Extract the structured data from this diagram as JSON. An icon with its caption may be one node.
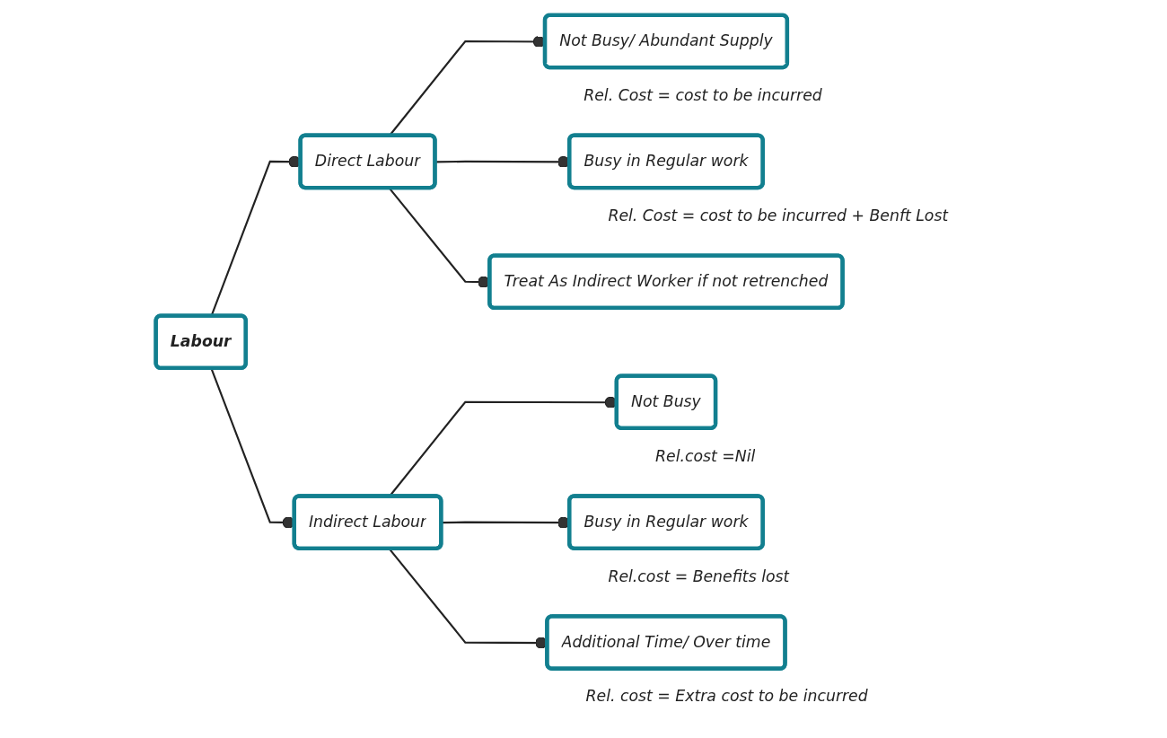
{
  "diagram": {
    "nodes": [
      {
        "text": [
          "Labour"
        ]
      },
      {
        "text": [
          "Direct Labour"
        ]
      },
      {
        "text": [
          "Not Busy/ Abundant Supply"
        ],
        "beside": [
          "Rel. Cost = cost to be incurred"
        ]
      },
      {
        "text": [
          "Busy in Regular work"
        ],
        "beside": [
          "Rel. Cost = cost to be incurred + Benft Lost"
        ]
      },
      {
        "text": [
          "Treat As Indirect Worker if not retrenched"
        ]
      },
      {
        "text": [
          "Indirect Labour"
        ]
      },
      {
        "text": [
          "Not Busy"
        ],
        "beside": [
          "Rel.cost =Nil"
        ]
      },
      {
        "text": [
          "Busy in Regular work"
        ],
        "beside": [
          "Rel.cost = Benefits lost"
        ]
      },
      {
        "text": [
          "Additional Time/ Over time"
        ],
        "beside": [
          "Rel. cost = Extra cost to be incurred"
        ]
      }
    ],
    "edges": [
      {
        "from": 0,
        "to": 1,
        "arrow": "other"
      },
      {
        "from": 0,
        "to": 5,
        "arrow": "other"
      },
      {
        "from": 1,
        "to": 2,
        "arrow": "other"
      },
      {
        "from": 1,
        "to": 3,
        "arrow": "other"
      },
      {
        "from": 1,
        "to": 4,
        "arrow": "other"
      },
      {
        "from": 5,
        "to": 6,
        "arrow": "other"
      },
      {
        "from": 5,
        "to": 7,
        "arrow": "other"
      },
      {
        "from": 5,
        "to": 8,
        "arrow": "other"
      }
    ]
  }
}
